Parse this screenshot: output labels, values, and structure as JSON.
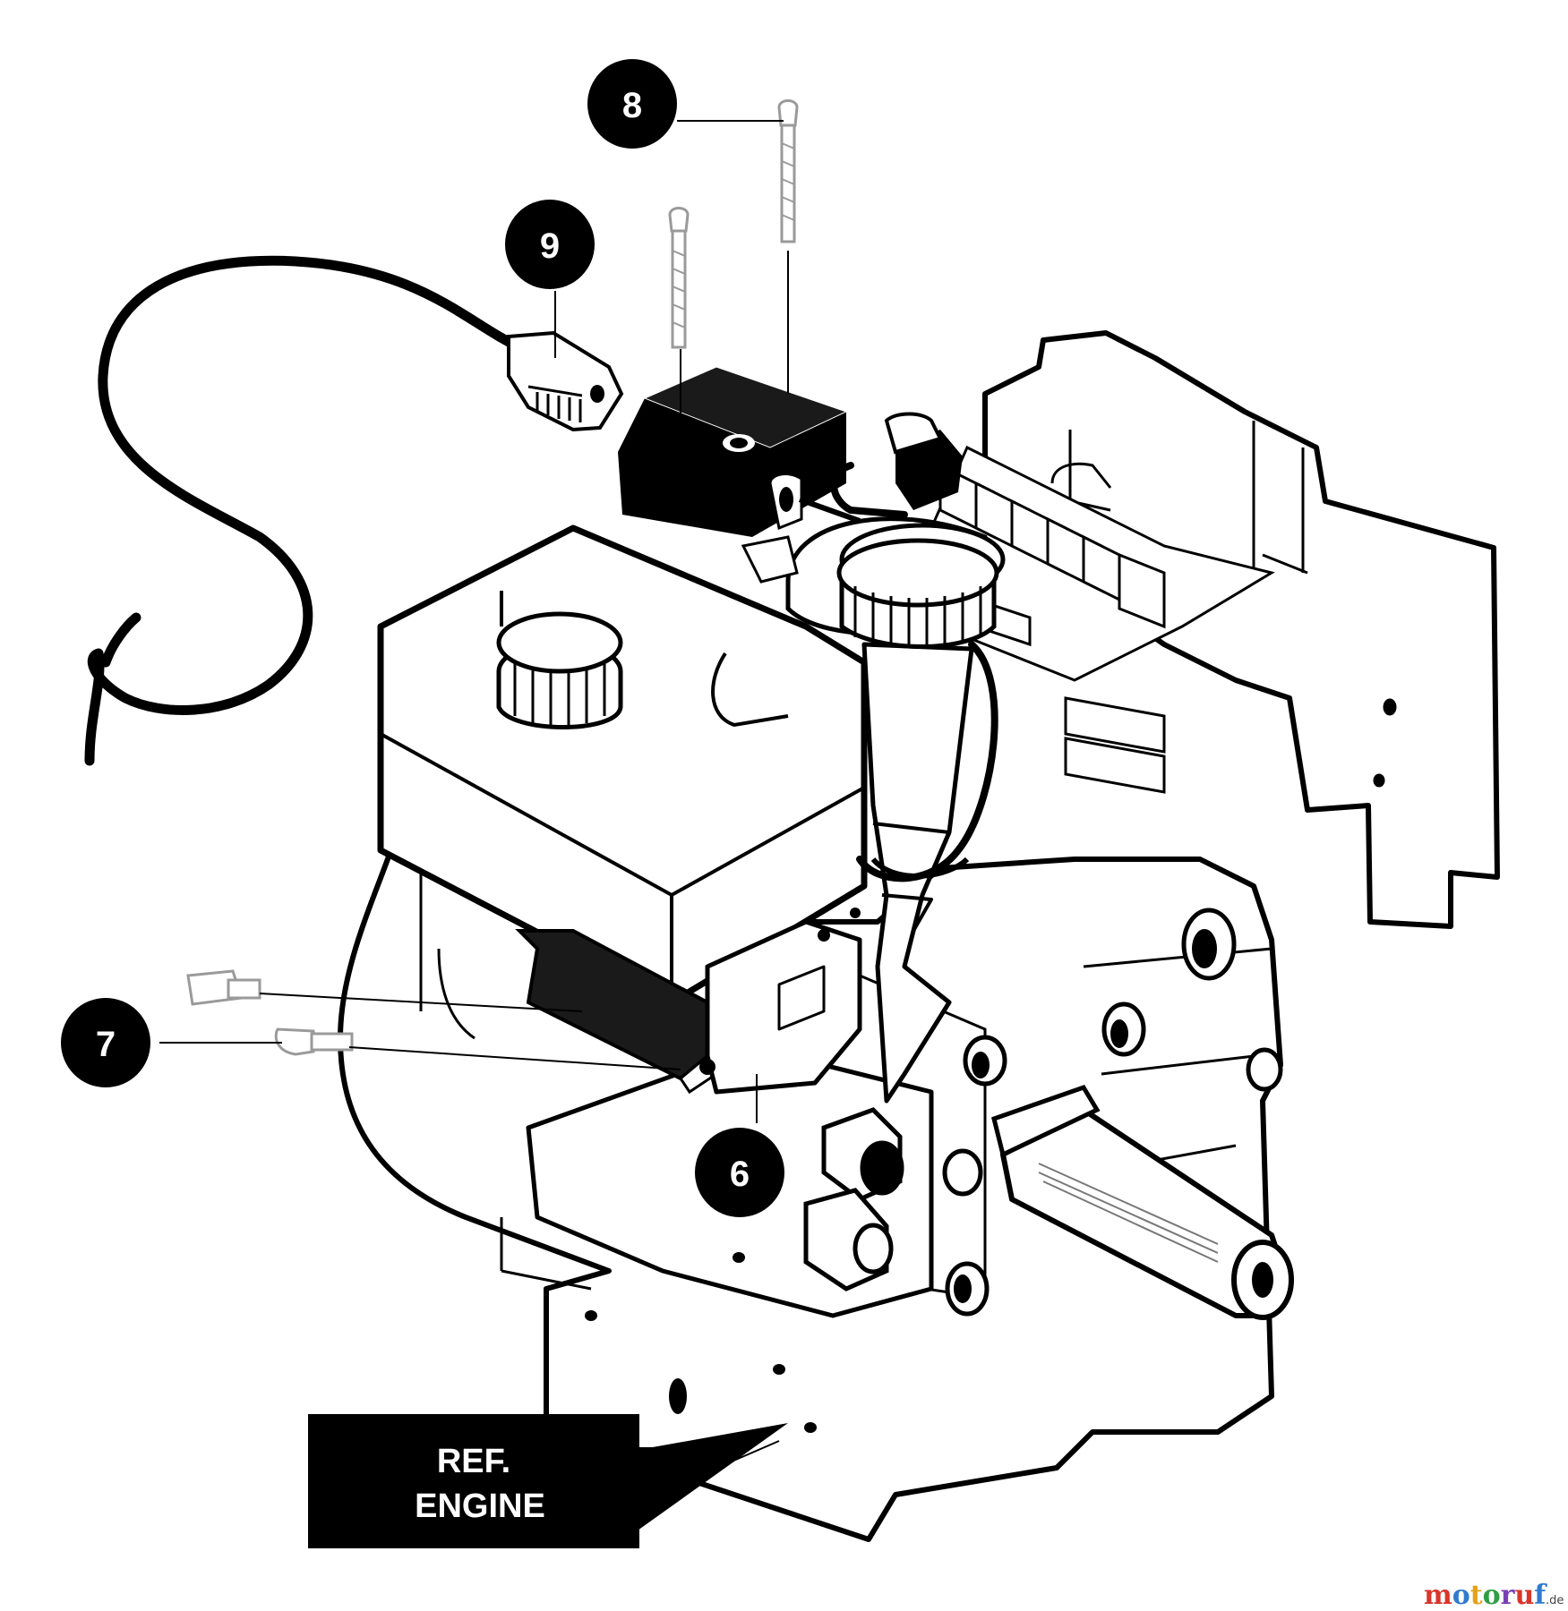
{
  "callouts": [
    {
      "id": "8",
      "label": "8"
    },
    {
      "id": "9",
      "label": "9"
    },
    {
      "id": "7",
      "label": "7"
    },
    {
      "id": "6",
      "label": "6"
    }
  ],
  "reference_label": {
    "line1": "REF.",
    "line2": "ENGINE"
  },
  "watermark": {
    "letters": [
      "m",
      "o",
      "t",
      "o",
      "r",
      "u",
      "f"
    ],
    "suffix": ".de",
    "colors": [
      "#d9362b",
      "#2f7bd0",
      "#e3a21a",
      "#2f9e44",
      "#7b3fb5",
      "#d9362b",
      "#2f7bd0"
    ]
  },
  "colors": {
    "ink": "#000000",
    "paper": "#ffffff",
    "shade": "#1a1a1a",
    "light_line": "#9a9a9a"
  }
}
